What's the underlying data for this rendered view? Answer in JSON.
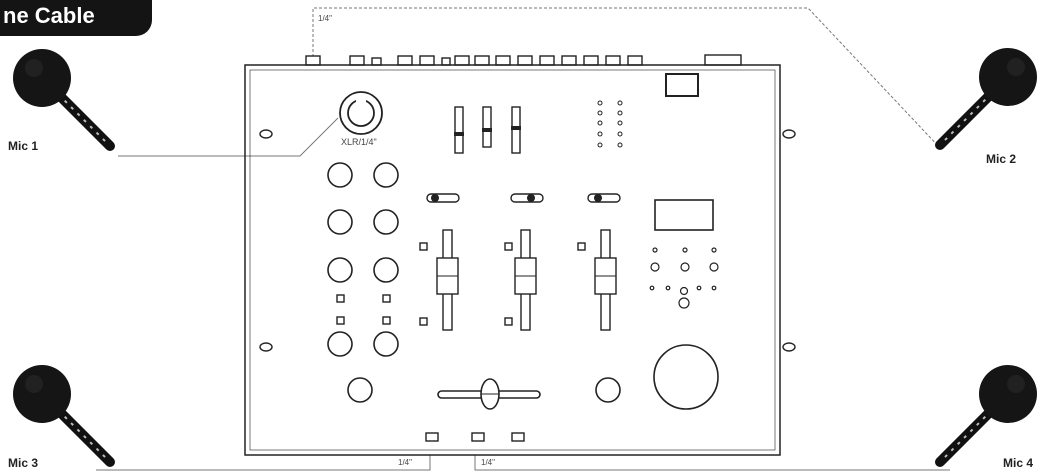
{
  "header": {
    "title": "ne Cable"
  },
  "mics": [
    {
      "label": "Mic 1"
    },
    {
      "label": "Mic 2"
    },
    {
      "label": "Mic 3"
    },
    {
      "label": "Mic 4"
    }
  ],
  "connectors": {
    "top_jack": "1/4\"",
    "front_combo": "XLR/1/4\"",
    "bottom_left_jack": "1/4\"",
    "bottom_right_jack": "1/4\""
  }
}
